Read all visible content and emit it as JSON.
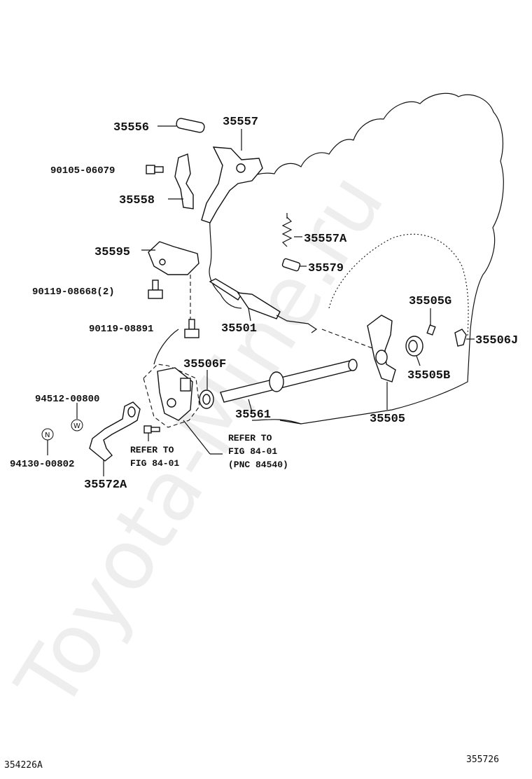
{
  "watermark": "Toyota-Mine.ru",
  "labels": {
    "p35556": "35556",
    "p35557": "35557",
    "p90105_06079": "90105-06079",
    "p35558": "35558",
    "p35595": "35595",
    "p90119_08668": "90119-08668(2)",
    "p90119_08891": "90119-08891",
    "p35557A": "35557A",
    "p35579": "35579",
    "p35501": "35501",
    "p35505G": "35505G",
    "p35506J": "35506J",
    "p35505B": "35505B",
    "p35506F": "35506F",
    "p35561": "35561",
    "p35505": "35505",
    "p94512_00800": "94512-00800",
    "p94130_00802": "94130-00802",
    "p35572A": "35572A",
    "refer1_line1": "REFER TO",
    "refer1_line2": "FIG 84-01",
    "refer2_line1": "REFER TO",
    "refer2_line2": "FIG 84-01",
    "refer2_line3": "(PNC 84540)"
  },
  "badges": {
    "w": "W",
    "n": "N"
  },
  "footer": {
    "left": "354226A",
    "right": "355726"
  }
}
